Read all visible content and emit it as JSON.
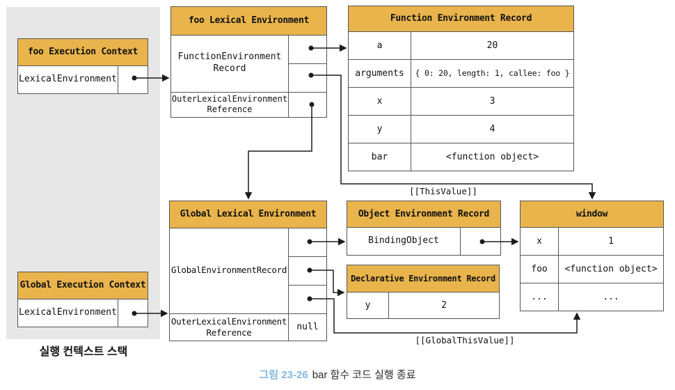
{
  "figure": {
    "stack_label": "실행 컨텍스트 스택",
    "caption_label": "그림 23-26",
    "caption_text": "bar 함수 코드 실행 종료",
    "this_value_label": "[[ThisValue]]",
    "global_this_value_label": "[[GlobalThisValue]]"
  },
  "colors": {
    "header_bg": "#e9b44c",
    "stack_bg": "#e7e7e7",
    "box_border": "#555555",
    "line": "#1c1c1c",
    "caption_accent": "#84b7e4"
  },
  "boxes": {
    "foo_execution_context": {
      "title": "foo Execution Context",
      "row_label": "LexicalEnvironment"
    },
    "foo_lexical_environment": {
      "title": "foo Lexical Environment",
      "record_line1": "FunctionEnvironment",
      "record_line2": "Record",
      "outer_line1": "OuterLexicalEnvironment",
      "outer_line2": "Reference"
    },
    "function_environment_record": {
      "title": "Function Environment Record",
      "rows": [
        {
          "key": "a",
          "value": "20"
        },
        {
          "key": "arguments",
          "value": "{ 0: 20, length: 1, callee: foo }"
        },
        {
          "key": "x",
          "value": "3"
        },
        {
          "key": "y",
          "value": "4"
        },
        {
          "key": "bar",
          "value": "<function object>"
        }
      ]
    },
    "global_lexical_environment": {
      "title": "Global Lexical Environment",
      "record_label": "GlobalEnvironmentRecord",
      "outer_line1": "OuterLexicalEnvironment",
      "outer_line2": "Reference",
      "outer_value": "null"
    },
    "object_environment_record": {
      "title": "Object Environment Record",
      "row_label": "BindingObject"
    },
    "declarative_environment_record": {
      "title": "Declarative Environment Record",
      "rows": [
        {
          "key": "y",
          "value": "2"
        }
      ]
    },
    "window_object": {
      "title": "window",
      "rows": [
        {
          "key": "x",
          "value": "1"
        },
        {
          "key": "foo",
          "value": "<function object>"
        },
        {
          "key": "...",
          "value": "..."
        }
      ]
    },
    "global_execution_context": {
      "title": "Global Execution Context",
      "row_label": "LexicalEnvironment"
    }
  }
}
